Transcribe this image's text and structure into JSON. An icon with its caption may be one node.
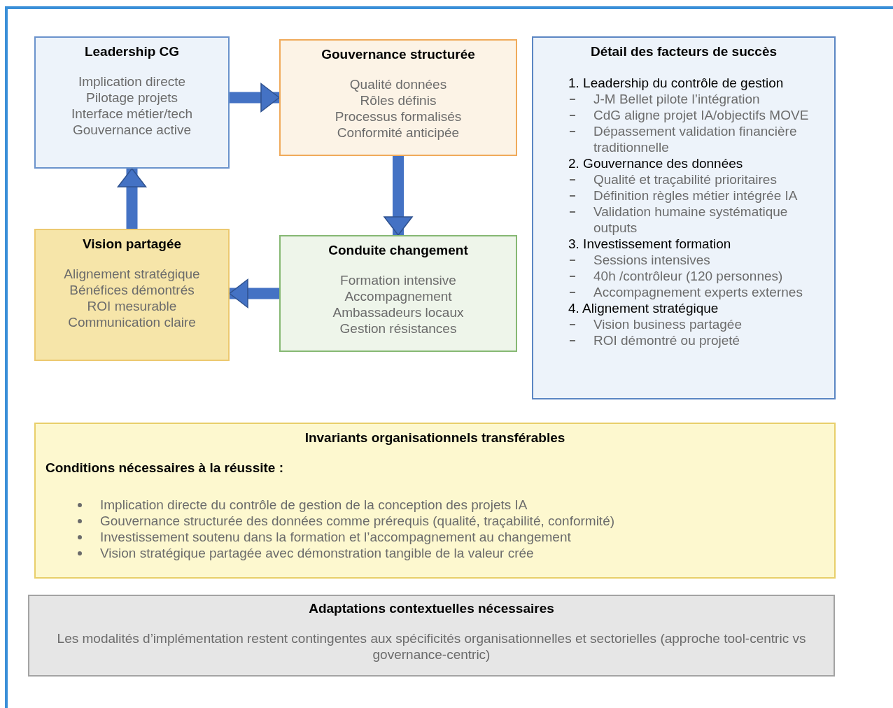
{
  "diagram": {
    "nodes": [
      {
        "text": [
          "Leadership CG",
          "Implication directe",
          "Pilotage projets",
          "Interface métier/tech",
          "Gouvernance active"
        ]
      },
      {
        "text": [
          "Gouvernance structurée",
          "Qualité données",
          "Rôles définis",
          "Processus formalisés",
          "Conformité anticipée"
        ]
      },
      {
        "text": [
          "Conduite changement",
          "Formation intensive",
          "Accompagnement",
          "Ambassadeurs locaux",
          "Gestion résistances"
        ]
      },
      {
        "text": [
          "Vision partagée",
          "Alignement stratégique",
          "Bénéfices démontrés",
          "ROI mesurable",
          "Communication claire"
        ]
      },
      {
        "text": [
          "Détail des facteurs de succès",
          "1. Leadership du contrôle de gestion",
          "J-M Bellet pilote l’intégration",
          "CdG aligne projet IA/objectifs MOVE",
          "Dépassement validation financière traditionnelle",
          "2. Gouvernance des données",
          "Qualité et traçabilité prioritaires",
          "Définition règles métier intégrée IA",
          "Validation humaine systématique outputs",
          "3. Investissement formation",
          "Sessions intensives",
          "40h /contrôleur (120 personnes)",
          "Accompagnement experts externes",
          "4. Alignement stratégique",
          "Vision business partagée",
          "ROI démontré ou projeté"
        ]
      },
      {
        "text": [
          "Invariants organisationnels transférables",
          "Conditions nécessaires à la réussite :",
          "Implication directe du contrôle de gestion de la conception des projets IA",
          "Gouvernance structurée des données comme prérequis (qualité, traçabilité, conformité)",
          "Investissement soutenu dans la formation et l’accompagnement au changement",
          "Vision stratégique partagée avec démonstration tangible de la valeur crée"
        ]
      },
      {
        "text": [
          "Adaptations contextuelles nécessaires",
          "Les modalités d’implémentation restent contingentes aux spécificités organisationnelles et sectorielles (approche tool-centric vs governance-centric)"
        ]
      }
    ],
    "edges": [
      {
        "from": 0,
        "to": 1,
        "arrow": "to"
      },
      {
        "from": 1,
        "to": 2,
        "arrow": "to"
      },
      {
        "from": 2,
        "to": 3,
        "arrow": "to"
      },
      {
        "from": 3,
        "to": 0,
        "arrow": "to"
      }
    ]
  }
}
